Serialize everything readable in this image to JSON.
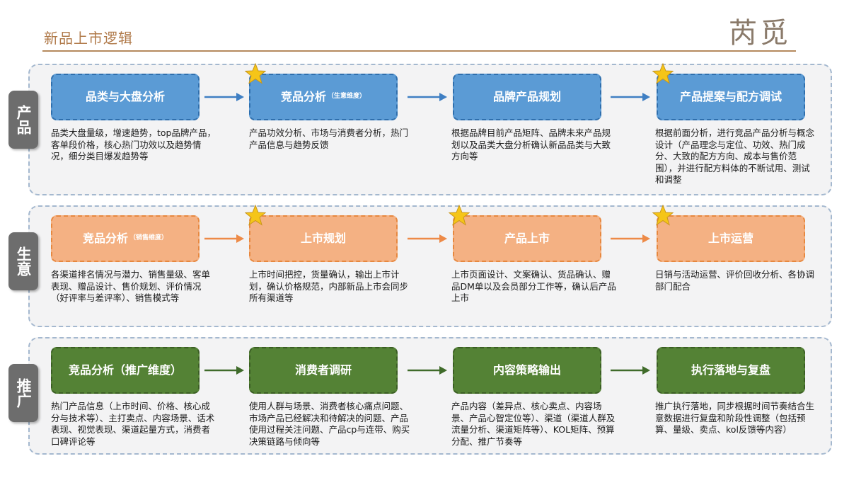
{
  "header": {
    "title": "新品上市逻辑",
    "logo": "芮觅"
  },
  "colors": {
    "blue": "#5b9bd5",
    "orange": "#f4b183",
    "green": "#548235",
    "star": "#f5c518"
  },
  "rows": [
    {
      "label": "产品",
      "steps": [
        {
          "title": "品类与大盘分析",
          "sub": "",
          "star": false,
          "desc": "品类大盘量级，增速趋势，top品牌产品，客单段价格，核心热门功效以及趋势情况，细分类目爆发趋势等"
        },
        {
          "title": "竞品分析",
          "sub": "（生意维度）",
          "star": true,
          "desc": "产品功效分析、市场与消费者分析，热门产品信息与趋势反馈"
        },
        {
          "title": "品牌产品规划",
          "sub": "",
          "star": false,
          "desc": "根据品牌目前产品矩阵、品牌未来产品规划以及品类大盘分析确认新品品类与大致方向等"
        },
        {
          "title": "产品提案与配方调试",
          "sub": "",
          "star": true,
          "desc": "根据前面分析，进行竞品产品分析与概念设计（产品理念与定位、功效、热门成分、大致的配方方向、成本与售价范围），并进行配方料体的不断试用、测试和调整"
        }
      ]
    },
    {
      "label": "生意",
      "steps": [
        {
          "title": "竞品分析",
          "sub": "（销售维度）",
          "star": false,
          "desc": "各渠道排名情况与潜力、销售量级、客单表现、赠品设计、售价规划、评价情况（好评率与差评率）、销售模式等"
        },
        {
          "title": "上市规划",
          "sub": "",
          "star": true,
          "desc": "上市时间把控，货量确认，输出上市计划，确认价格规范，内部新品上市会同步所有渠道等"
        },
        {
          "title": "产品上市",
          "sub": "",
          "star": true,
          "desc": "上市页面设计、文案确认、货品确认、赠品DM单以及会员部分工作等，确认后产品上市"
        },
        {
          "title": "上市运营",
          "sub": "",
          "star": true,
          "desc": "日销与活动运营、评价回收分析、各协调部门配合"
        }
      ]
    },
    {
      "label": "推广",
      "steps": [
        {
          "title": "竞品分析（推广维度）",
          "sub": "",
          "star": false,
          "desc": "热门产品信息（上市时间、价格、核心成分与技术等）、主打卖点、内容场景、话术表现、视觉表现、渠道起量方式，消费者口碑评论等"
        },
        {
          "title": "消费者调研",
          "sub": "",
          "star": false,
          "desc": "使用人群与场景、消费者核心痛点问题、市场产品已经解决和待解决的问题、产品使用过程关注问题、产品cp与连带、购买决策链路与倾向等"
        },
        {
          "title": "内容策略输出",
          "sub": "",
          "star": false,
          "desc": "产品内容（差异点、核心卖点、内容场景、产品心智定位等）、渠道（渠道人群及流量分析、渠道矩阵等）、KOL矩阵、预算分配、推广节奏等"
        },
        {
          "title": "执行落地与复盘",
          "sub": "",
          "star": false,
          "desc": "推广执行落地，同步根据时间节奏结合生意数据进行复盘和阶段性调整（包括预算、量级、卖点、kol反馈等内容）"
        }
      ]
    }
  ]
}
